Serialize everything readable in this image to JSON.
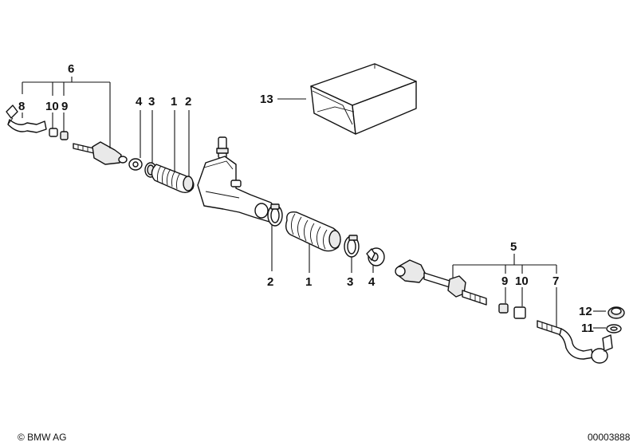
{
  "callouts": {
    "c1_top": "1",
    "c2_top": "2",
    "c3_top": "3",
    "c4_top": "4",
    "c6": "6",
    "c8": "8",
    "c10_left": "10",
    "c9_left": "9",
    "c13": "13",
    "c2_bottom": "2",
    "c1_bottom": "1",
    "c3_bottom": "3",
    "c4_bottom": "4",
    "c5": "5",
    "c9_right": "9",
    "c10_right": "10",
    "c7": "7",
    "c12": "12",
    "c11": "11"
  },
  "footer": {
    "copyright": "© BMW AG",
    "drawing_number": "00003888"
  }
}
